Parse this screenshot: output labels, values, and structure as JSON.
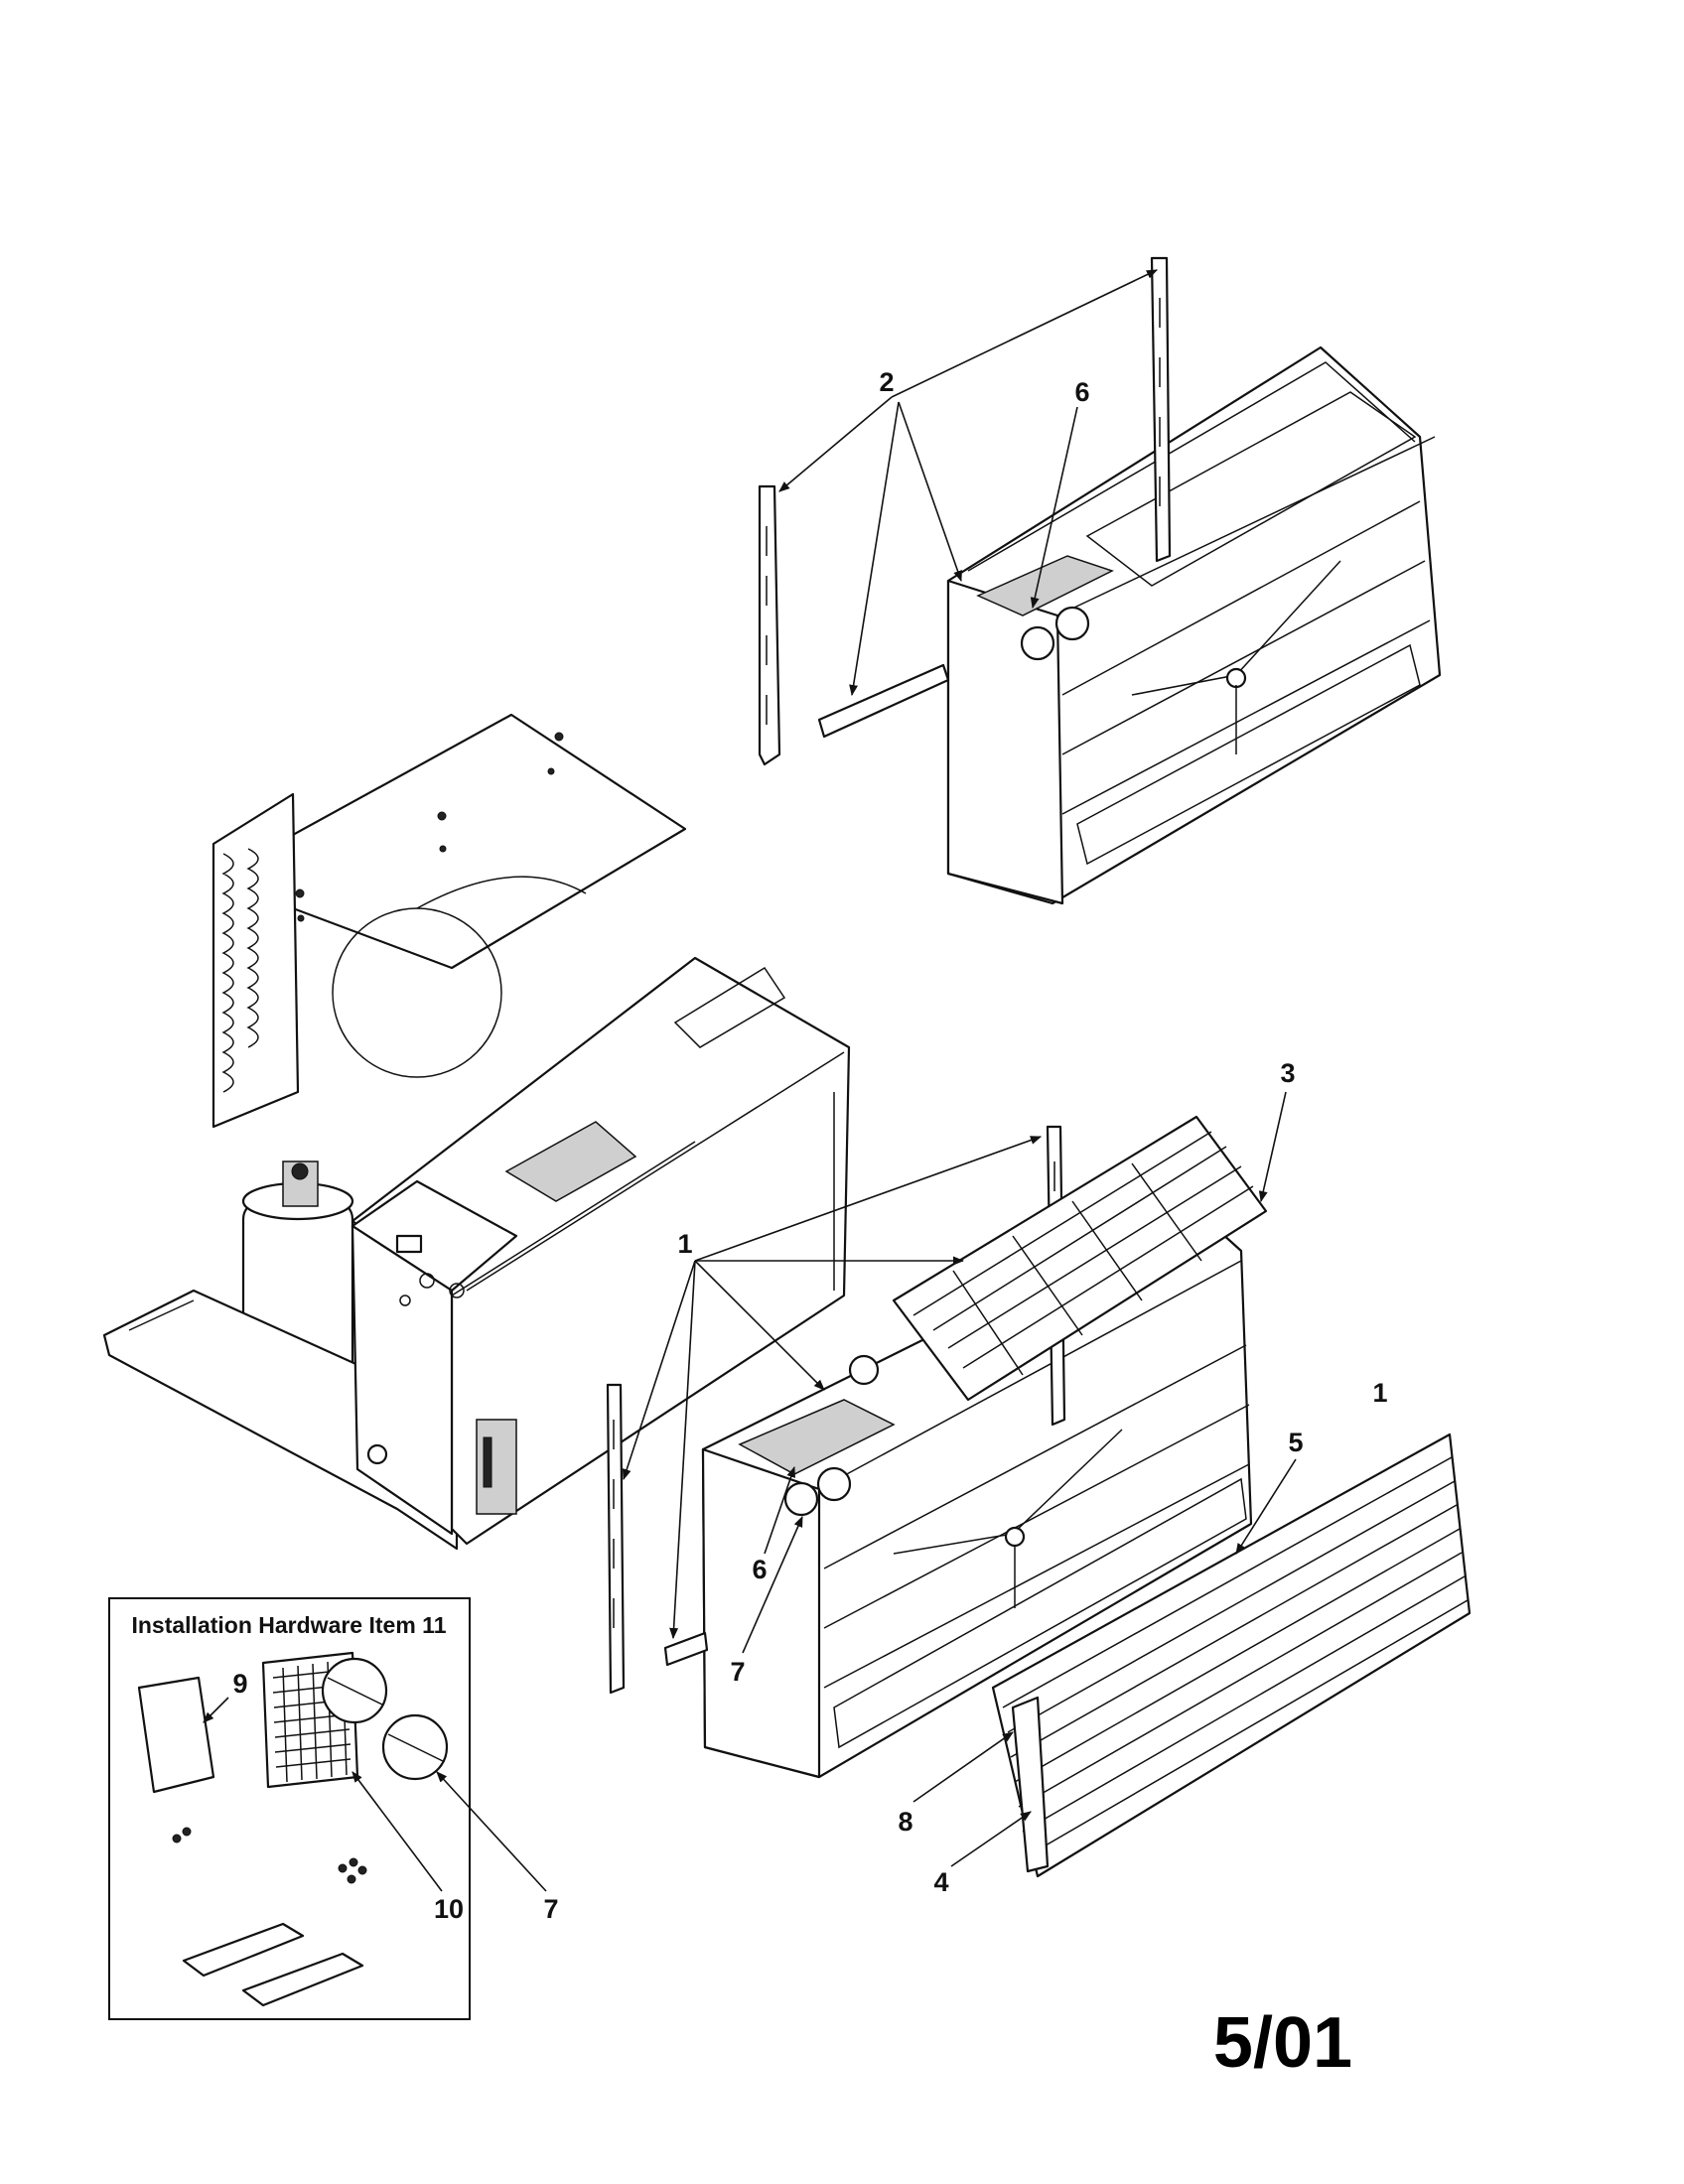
{
  "callouts": {
    "c2": "2",
    "c6_top": "6",
    "c3": "3",
    "c1_mid": "1",
    "c1_right": "1",
    "c5": "5",
    "c6_bottom": "6",
    "c7_bottom": "7",
    "c8": "8",
    "c4": "4",
    "c9": "9",
    "c10": "10",
    "c7_box": "7"
  },
  "hardware_box": {
    "title": "Installation Hardware Item 11"
  },
  "date_code": "5/01"
}
